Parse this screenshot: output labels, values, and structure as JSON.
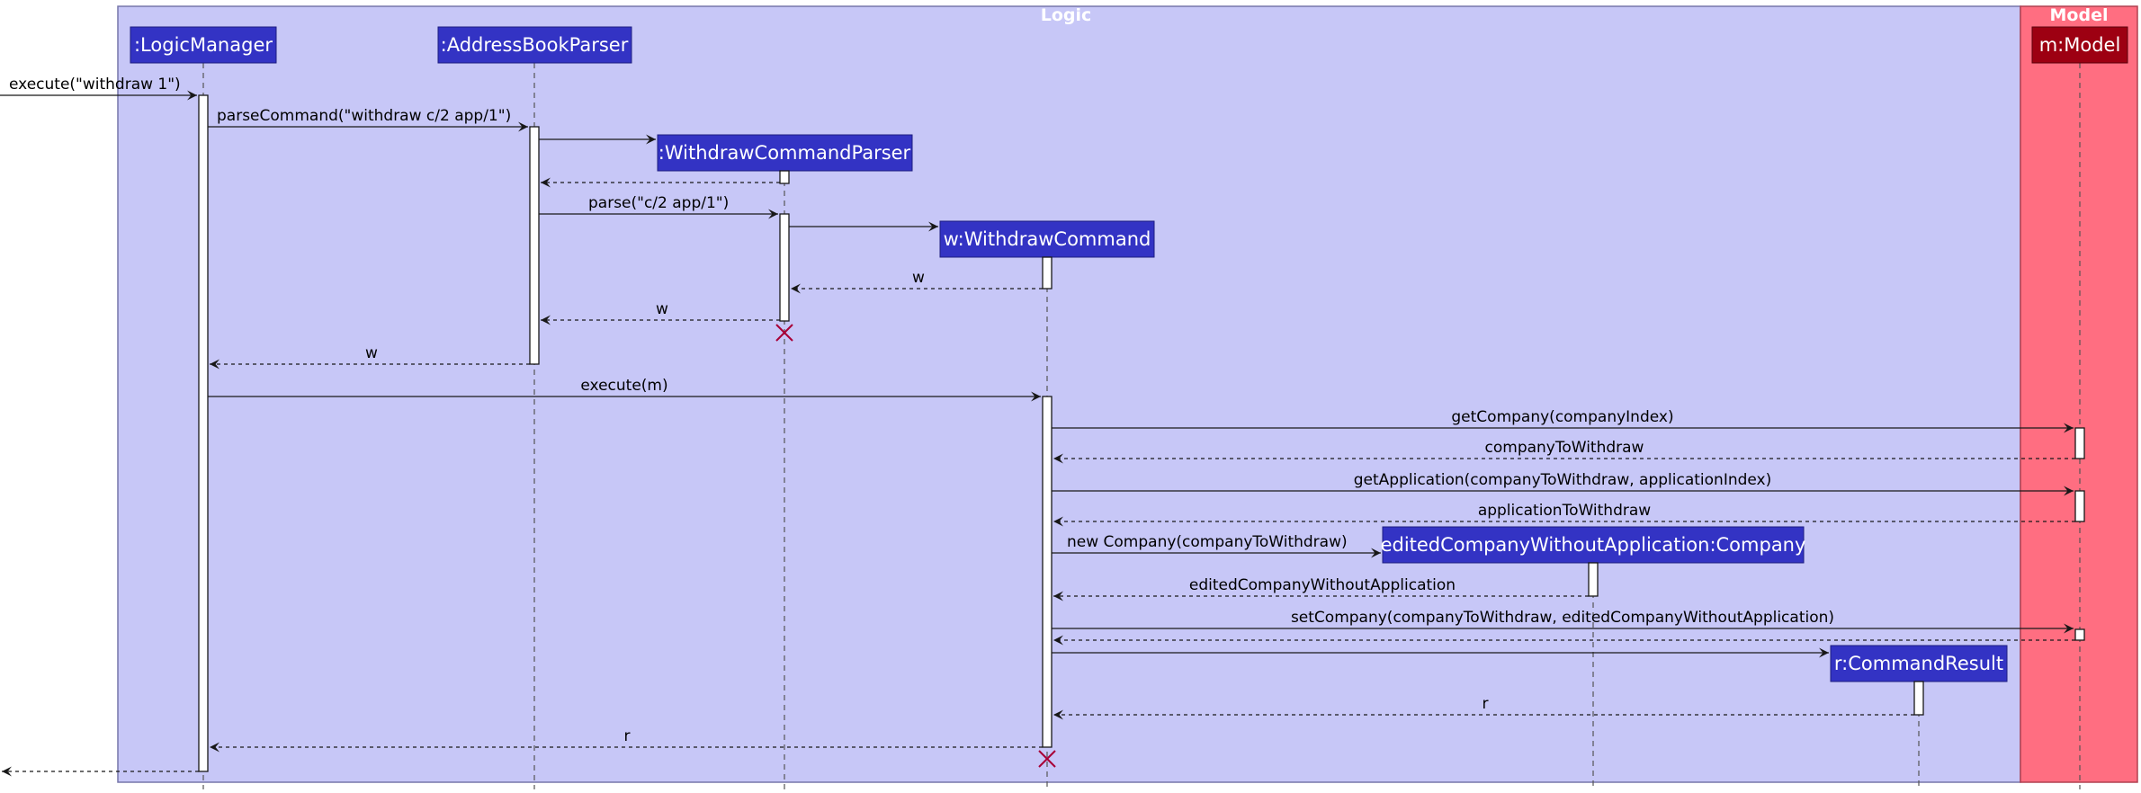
{
  "groups": [
    {
      "id": "logic",
      "title": "Logic",
      "fill": "#C7C7F7",
      "stroke": "#6f6f9f"
    },
    {
      "id": "model",
      "title": "Model",
      "fill": "#FF6E81",
      "stroke": "#b04050"
    }
  ],
  "participants": [
    {
      "id": "lm",
      "label": ":LogicManager",
      "color": "#3333C4"
    },
    {
      "id": "abp",
      "label": ":AddressBookParser",
      "color": "#3333C4"
    },
    {
      "id": "wcp",
      "label": ":WithdrawCommandParser",
      "color": "#3333C4"
    },
    {
      "id": "wc",
      "label": "w:WithdrawCommand",
      "color": "#3333C4"
    },
    {
      "id": "ec",
      "label": "editedCompanyWithoutApplication:Company",
      "color": "#3333C4"
    },
    {
      "id": "cr",
      "label": "r:CommandResult",
      "color": "#3333C4"
    },
    {
      "id": "m",
      "label": "m:Model",
      "color": "#9D0012"
    }
  ],
  "messages": [
    {
      "label": "execute(\"withdraw 1\")"
    },
    {
      "label": "parseCommand(\"withdraw c/2 app/1\")"
    },
    {
      "label": ""
    },
    {
      "label": ""
    },
    {
      "label": "parse(\"c/2 app/1\")"
    },
    {
      "label": ""
    },
    {
      "label": "w"
    },
    {
      "label": "w"
    },
    {
      "label": "w"
    },
    {
      "label": "execute(m)"
    },
    {
      "label": "getCompany(companyIndex)"
    },
    {
      "label": "companyToWithdraw"
    },
    {
      "label": "getApplication(companyToWithdraw, applicationIndex)"
    },
    {
      "label": "applicationToWithdraw"
    },
    {
      "label": "new Company(companyToWithdraw)"
    },
    {
      "label": "editedCompanyWithoutApplication"
    },
    {
      "label": "setCompany(companyToWithdraw, editedCompanyWithoutApplication)"
    },
    {
      "label": ""
    },
    {
      "label": ""
    },
    {
      "label": "r"
    },
    {
      "label": "r"
    },
    {
      "label": ""
    }
  ]
}
